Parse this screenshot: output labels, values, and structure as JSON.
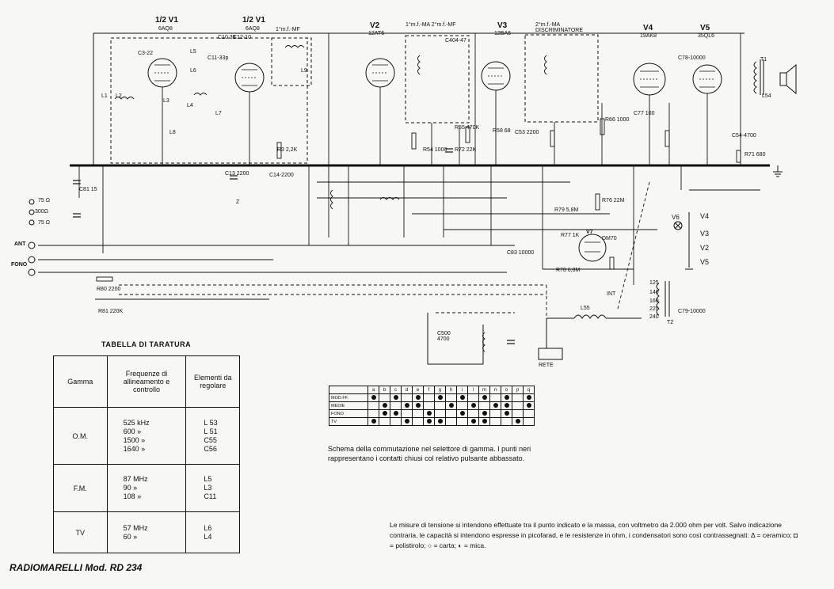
{
  "footer": {
    "title": "RADIOMARELLI Mod. RD 234"
  },
  "tubes": [
    {
      "name": "1/2 V1",
      "type": "6AQ8"
    },
    {
      "name": "1/2 V1",
      "type": "6AQ8"
    },
    {
      "name": "V2",
      "type": "12AT6"
    },
    {
      "name": "V3",
      "type": "12BA6"
    },
    {
      "name": "V4",
      "type": "19AK8"
    },
    {
      "name": "V5",
      "type": "35QL6"
    },
    {
      "name": "V7",
      "type": "DM70"
    }
  ],
  "if_stages": [
    "1°m.f.-MF",
    "1°m.f.-MA 2°m.f.-MF",
    "2°m.f.-MA DISCRIMINATORE"
  ],
  "terminals": {
    "ant75_top": "75 Ω",
    "ant300": "300Ω",
    "ant75_bot": "75 Ω",
    "ant": "ANT",
    "fono": "FONO",
    "rete": "RETE",
    "int": "INT",
    "voltages": [
      "125",
      "140",
      "160",
      "220",
      "240"
    ],
    "pilot": [
      "V4",
      "V3",
      "V2",
      "V5",
      "V6"
    ]
  },
  "components": [
    "L1",
    "L2",
    "L3",
    "L4",
    "L5",
    "L6",
    "L7",
    "L8",
    "L9",
    "L54",
    "L55",
    "C3-22",
    "C10 39",
    "C12-10",
    "C11-33p",
    "C14-2200",
    "C13 2200",
    "C404-47",
    "C53 2200",
    "C54-4700",
    "C77 100",
    "C78-10000",
    "C79-10000",
    "C81 15",
    "C83 10000",
    "R3 2,2K",
    "R54 1000",
    "R55 470K",
    "R58 68",
    "R66 1000",
    "R71 680",
    "R72 22K",
    "R76 22M",
    "R77 1K",
    "R78 6,8M",
    "R79 5,8M",
    "R80 2200",
    "R81 220K",
    "T1",
    "T2",
    "Z",
    "C500 4700"
  ],
  "calibration": {
    "title": "TABELLA DI TARATURA",
    "headers": [
      "Gamma",
      "Frequenze di allineamento e controllo",
      "Elementi da regolare"
    ],
    "rows": [
      {
        "band": "O.M.",
        "freqs": [
          "525 kHz",
          "600 »",
          "1500 »",
          "1640 »"
        ],
        "elements": [
          "L 53",
          "L 51",
          "C55",
          "C56"
        ]
      },
      {
        "band": "F.M.",
        "freqs": [
          "87 MHz",
          "90 »",
          "108 »"
        ],
        "elements": [
          "L5",
          "L3",
          "C11"
        ]
      },
      {
        "band": "TV",
        "freqs": [
          "57 MHz",
          "60 »"
        ],
        "elements": [
          "L6",
          "L4"
        ]
      }
    ]
  },
  "switch_table": {
    "columns": [
      "a",
      "b",
      "c",
      "d",
      "e",
      "f",
      "g",
      "h",
      "i",
      "l",
      "m",
      "n",
      "o",
      "p",
      "q"
    ],
    "rows": [
      {
        "label": "MOD.FF.",
        "dots": [
          1,
          0,
          1,
          0,
          1,
          0,
          1,
          0,
          1,
          0,
          1,
          0,
          1,
          0,
          1
        ]
      },
      {
        "label": "MEDIE",
        "dots": [
          0,
          1,
          0,
          1,
          1,
          0,
          0,
          1,
          0,
          1,
          0,
          1,
          1,
          0,
          1
        ]
      },
      {
        "label": "FONO",
        "dots": [
          0,
          1,
          1,
          0,
          0,
          1,
          0,
          0,
          1,
          0,
          1,
          0,
          1,
          0,
          0
        ]
      },
      {
        "label": "TV",
        "dots": [
          1,
          0,
          0,
          1,
          0,
          1,
          1,
          0,
          0,
          1,
          1,
          0,
          0,
          1,
          0
        ]
      }
    ]
  },
  "switch_caption": "Schema della commutazione nel selettore di gamma. I punti neri rappresentano i contatti chiusi col relativo pulsante abbassato.",
  "measure_note": "Le misure di tensione si intendono effettuate tra il punto indicato e la massa, con voltmetro da 2.000 ohm per volt. Salvo indicazione contraria, le capacità si intendono espresse in picofarad, e le resistenze in ohm, i condensatori sono così contrassegnati: Δ = ceramico; ◘ = polistirolo; ○ = carta; ◐ = mica."
}
